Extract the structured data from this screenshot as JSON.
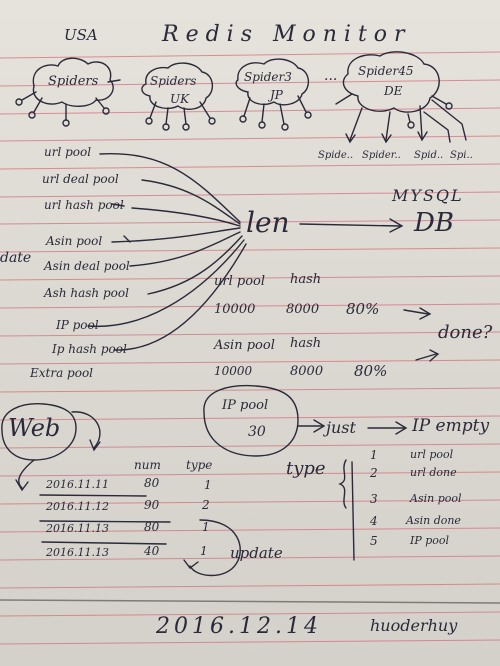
{
  "title": "Redis Monitor",
  "region_label": "USA",
  "spiders": [
    {
      "name": "Spiders",
      "sub": ""
    },
    {
      "name": "Spiders",
      "sub": "UK"
    },
    {
      "name": "Spider3",
      "sub": "JP"
    },
    {
      "name": "Spider45",
      "sub": "DE"
    }
  ],
  "ellipsis": "...",
  "spider_children": [
    "Spide..",
    "Spider..",
    "Spid..",
    "Spi.."
  ],
  "pools": [
    "url pool",
    "url deal pool",
    "url hash pool",
    "Asin pool",
    "Asin deal pool",
    "Ash hash pool",
    "IP pool",
    "Ip hash pool",
    "Extra pool"
  ],
  "update_label": "date",
  "len_label": "len",
  "db": {
    "top": "MYSQL",
    "bottom": "DB"
  },
  "stats": [
    {
      "name": "url pool",
      "type": "hash",
      "a": "10000",
      "b": "8000",
      "pct": "80%"
    },
    {
      "name": "Asin pool",
      "type": "hash",
      "a": "10000",
      "b": "8000",
      "pct": "80%"
    }
  ],
  "done_label": "done?",
  "ippool": {
    "label": "IP pool",
    "value": "30"
  },
  "just_label": "just",
  "ip_empty_label": "IP empty",
  "web_label": "Web",
  "table": {
    "headers": [
      "num",
      "type"
    ],
    "rows": [
      {
        "date": "2016.11.11",
        "num": "80",
        "type": "1"
      },
      {
        "date": "2016.11.12",
        "num": "90",
        "type": "2"
      },
      {
        "date": "2016.11.13",
        "num": "80",
        "type": "1"
      },
      {
        "date": "2016.11.13",
        "num": "40",
        "type": "1"
      }
    ]
  },
  "update_note": "update",
  "type_legend": {
    "label": "type",
    "items": [
      {
        "num": "1",
        "text": "url pool"
      },
      {
        "num": "2",
        "text": "url done"
      },
      {
        "num": "3",
        "text": "Asin pool"
      },
      {
        "num": "4",
        "text": "Asin done"
      },
      {
        "num": "5",
        "text": "IP pool"
      }
    ]
  },
  "footer_date": "2016.12.14",
  "signature": "huoderhuy"
}
